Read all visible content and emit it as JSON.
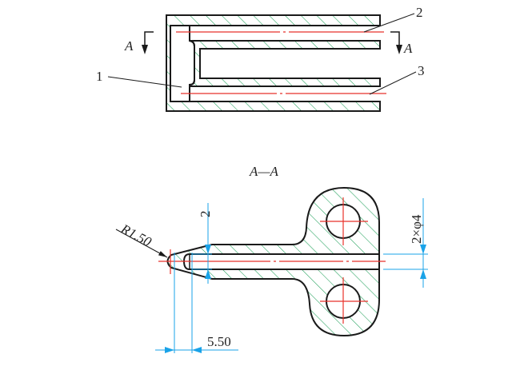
{
  "top_view": {
    "callouts": [
      "1",
      "2",
      "3"
    ],
    "section_marker": "A"
  },
  "section_view": {
    "title": "A—A",
    "dimensions": {
      "radius": "R1.50",
      "width": "2",
      "holes": "2×φ4",
      "length": "5.50"
    }
  },
  "colors": {
    "outline": "#1a1a1a",
    "hatch": "#1fa05a",
    "centerline": "#e8322a",
    "dimension": "#1aa3e8"
  }
}
